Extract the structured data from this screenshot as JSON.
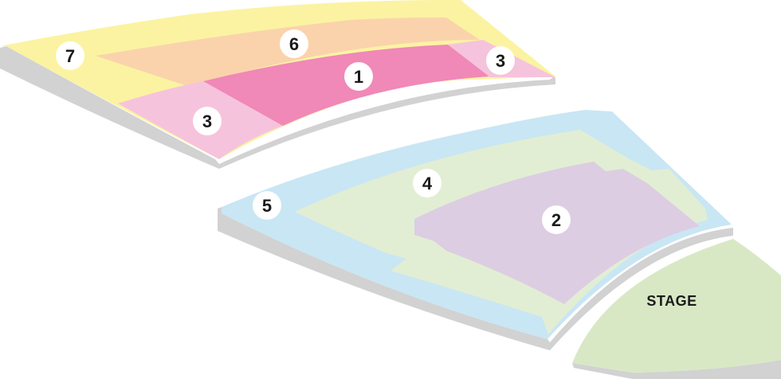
{
  "stage": {
    "label": "STAGE"
  },
  "sections": {
    "s1": {
      "number": "1",
      "color": "#f088b8"
    },
    "s2": {
      "number": "2",
      "color": "#dccde3"
    },
    "s3_lower": {
      "number": "3",
      "color": "#f6c3dc"
    },
    "s3_upper": {
      "number": "3",
      "color": "#f6c3dc"
    },
    "s4": {
      "number": "4",
      "color": "#e2eed3"
    },
    "s5": {
      "number": "5",
      "color": "#c9e6f4"
    },
    "s6": {
      "number": "6",
      "color": "#fad3ac"
    },
    "s7": {
      "number": "7",
      "color": "#fbf3a2"
    }
  },
  "colors": {
    "side_face": "#d2d2d2",
    "stage_fill": "#d8e8c5",
    "badge": "#ffffff"
  }
}
